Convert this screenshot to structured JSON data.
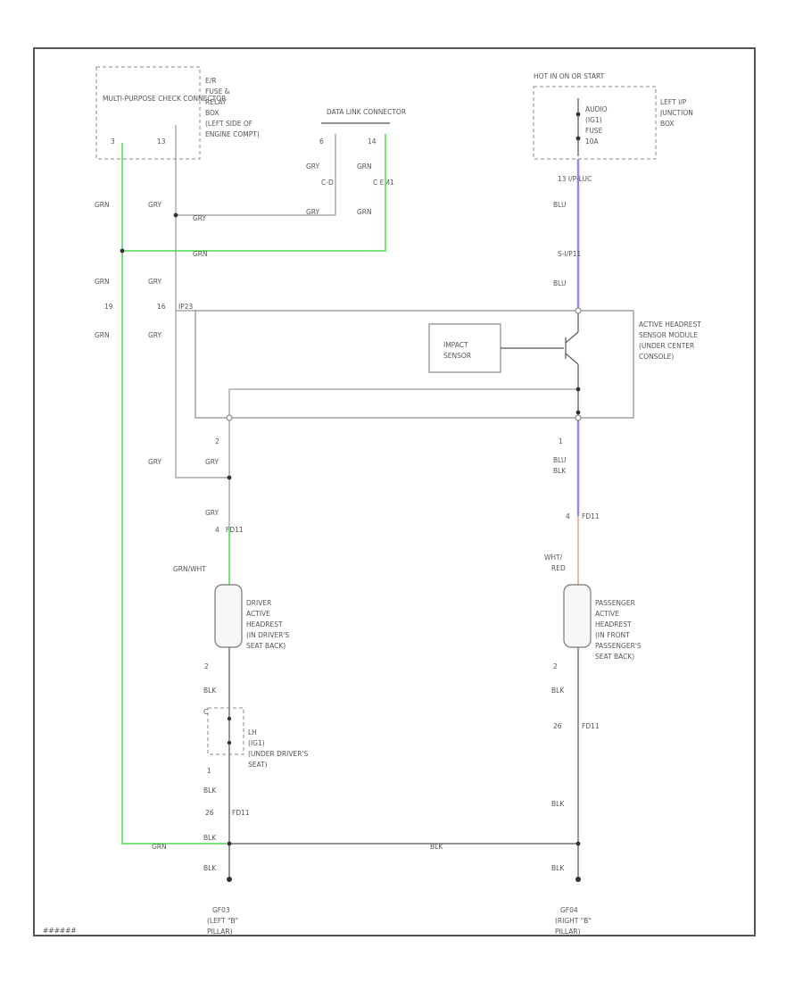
{
  "diagram": {
    "corner_code": "######",
    "multipurpose_check": {
      "name": "MULTI-PURPOSE CHECK CONNECTOR",
      "pin_left": "3",
      "pin_right": "13",
      "location": [
        "E/R",
        "FUSE &",
        "RELAY",
        "BOX",
        "(LEFT SIDE OF",
        "ENGINE COMPT)"
      ]
    },
    "data_link": {
      "name": "DATA LINK CONNECTOR",
      "pin_left": "6",
      "pin_right": "14",
      "conn_left": "C-D",
      "conn_right": "C EM1"
    },
    "hot_in": {
      "title": "HOT IN ON OR START",
      "fuse_lines": [
        "AUDIO",
        "(IG1)",
        "FUSE",
        "10A"
      ],
      "location": [
        "LEFT I/P",
        "JUNCTION",
        "BOX"
      ]
    },
    "wires": {
      "grn_1": "GRN",
      "gry_1": "GRY",
      "gry_2": "GRY",
      "grn_2": "GRN",
      "grn_3": "GRN",
      "gry_3": "GRY",
      "gry_4": "GRY",
      "grn_4": "GRN",
      "grn_mid": "GRN",
      "grn_5": "GRN",
      "gry_5": "GRY",
      "grn_6": "GRN",
      "gry_6": "GRY",
      "blu_1": "BLU",
      "blu_2": "BLU",
      "gry_7": "GRY",
      "gry_8": "GRY",
      "gry_9": "GRY",
      "grn_wht": "GRN/WHT",
      "blu_3": "BLU",
      "blk_out": "BLK",
      "wht_red": "WHT/",
      "red": "RED",
      "blk_1": "BLK",
      "blk_2": "BLK",
      "blk_3": "BLK",
      "blk_4": "BLK",
      "blk_5": "BLK",
      "blk_6": "BLK",
      "blk_mid": "BLK",
      "grn_bottom": "GRN",
      "blk_7": "BLK"
    },
    "pins": {
      "ip_luc": "13 I/P-LUC",
      "s_ip_u": "S-I/P11",
      "p19": "19",
      "p16": "16",
      "ip23": "IP23",
      "p2_left": "2",
      "p1_right": "1",
      "c_left": "C",
      "fd01_a": "FD11",
      "fd01_b": "FD11",
      "p4_a": "4",
      "p4_b": "4",
      "p2_drv": "2",
      "p2_pass": "2",
      "p26_a": "26",
      "p26_b": "26",
      "fd01_c": "FD11",
      "fd01_d": "FD11",
      "p1_buckle": "1"
    },
    "module": {
      "name": [
        "ACTIVE HEADREST",
        "SENSOR MODULE",
        "(UNDER CENTER",
        "CONSOLE)"
      ],
      "impact": [
        "IMPACT",
        "SENSOR"
      ]
    },
    "driver_hr": [
      "DRIVER",
      "ACTIVE",
      "HEADREST",
      "(IN DRIVER'S",
      "SEAT BACK)"
    ],
    "passenger_hr": [
      "PASSENGER",
      "ACTIVE",
      "HEADREST",
      "(IN FRONT",
      "PASSENGER'S",
      "SEAT BACK)"
    ],
    "buckle_sw": [
      "LH",
      "(IG1)",
      "(UNDER DRIVER'S",
      "SEAT)"
    ],
    "ground_left": [
      "GF03",
      "(LEFT \"B\"",
      "PILLAR)"
    ],
    "ground_right": [
      "GF04",
      "(RIGHT \"B\"",
      "PILLAR)"
    ],
    "accent_colors": {
      "grn": "#7be37b",
      "blu": "#8a8aef",
      "red": "#f2b89c",
      "gry": "#9a9a9a"
    }
  }
}
